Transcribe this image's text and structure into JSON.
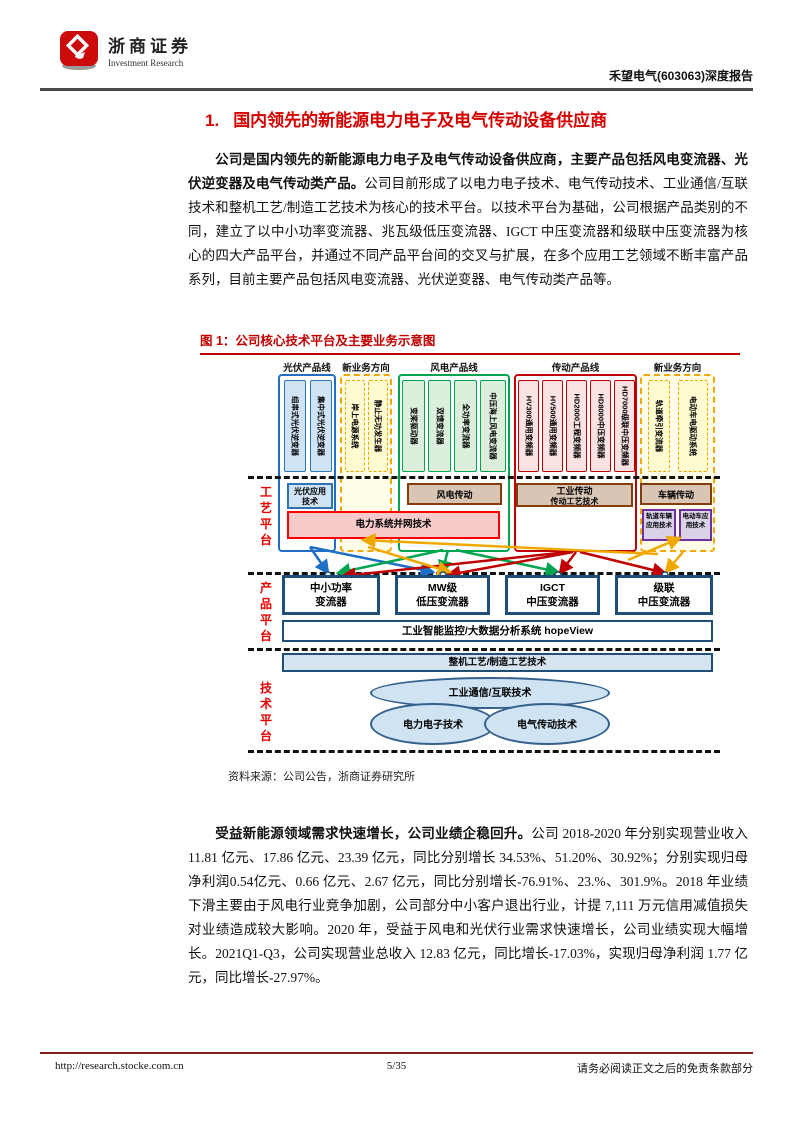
{
  "colors": {
    "accent_red": "#c00000",
    "blue": "#1f6fc5",
    "green": "#00a550",
    "red": "#c00000",
    "yellow": "#f0a800",
    "navy": "#1f4e79",
    "purple": "#7030a0",
    "brown": "#843c0c"
  },
  "header": {
    "brand_cn": "浙商证券",
    "brand_en": "Investment Research",
    "report_title": "禾望电气(603063)深度报告"
  },
  "section": {
    "number": "1.",
    "title": "国内领先的新能源电力电子及电气传动设备供应商"
  },
  "para1": {
    "bold": "公司是国内领先的新能源电力电子及电气传动设备供应商，主要产品包括风电变流器、光伏逆变器及电气传动类产品。",
    "rest": "公司目前形成了以电力电子技术、电气传动技术、工业通信/互联技术和整机工艺/制造工艺技术为核心的技术平台。以技术平台为基础，公司根据产品类别的不同，建立了以中小功率变流器、兆瓦级低压变流器、IGCT 中压变流器和级联中压变流器为核心的四大产品平台，并通过不同产品平台间的交叉与扩展，在多个应用工艺领域不断丰富产品系列，目前主要产品包括风电变流器、光伏逆变器、电气传动类产品等。"
  },
  "figure": {
    "title": "图 1：公司核心技术平台及主要业务示意图",
    "source": "资料来源：公司公告，浙商证券研究所",
    "columns": [
      {
        "header": "光伏产品线",
        "items": [
          "组串式光伏逆变器",
          "集中式光伏逆变器"
        ]
      },
      {
        "header": "新业务方向",
        "items": [
          "岸上电源系统",
          "静止无功发生器"
        ]
      },
      {
        "header": "风电产品线",
        "items": [
          "变桨驱动器",
          "双馈变流器",
          "全功率变流器",
          "中压海上风电变流器"
        ]
      },
      {
        "header": "传动产品线",
        "items": [
          "HV300通用变频器",
          "HV500通用变频器",
          "HD2000工程变频器",
          "HD8000中压变频器",
          "HD7000级联中压变频器"
        ]
      },
      {
        "header": "新业务方向",
        "items": [
          "轨道牵引变流器",
          "电动车电驱动系统"
        ]
      }
    ],
    "process_band": {
      "label": "工艺平台",
      "pv_app": [
        "光伏应用",
        "技术"
      ],
      "wind": "风电传动",
      "industrial": [
        "工业传动",
        "传动工艺技术"
      ],
      "vehicle": "车辆传动",
      "grid": "电力系统并网技术",
      "rail_app": "轨道车辆应用技术",
      "ev_app": "电动车应用技术"
    },
    "product_band": {
      "label": "产品平台",
      "boxes": [
        [
          "中小功率",
          "变流器"
        ],
        [
          "MW级",
          "低压变流器"
        ],
        [
          "IGCT",
          "中压变流器"
        ],
        [
          "级联",
          "中压变流器"
        ]
      ],
      "hopeview": "工业智能监控/大数据分析系统 hopeView"
    },
    "assembly": "整机工艺/制造工艺技术",
    "tech_band": {
      "label": "技术平台",
      "ellipses": [
        "工业通信/互联技术",
        "电力电子技术",
        "电气传动技术"
      ]
    }
  },
  "para2": {
    "bold": "受益新能源领域需求快速增长，公司业绩企稳回升。",
    "rest": "公司 2018-2020 年分别实现营业收入 11.81 亿元、17.86 亿元、23.39 亿元，同比分别增长 34.53%、51.20%、30.92%；分别实现归母净利润0.54亿元、0.66 亿元、2.67 亿元，同比分别增长-76.91%、23.%、301.9%。2018 年业绩下滑主要由于风电行业竞争加剧，公司部分中小客户退出行业，计提 7,111 万元信用减值损失对业绩造成较大影响。2020 年，受益于风电和光伏行业需求快速增长，公司业绩实现大幅增长。2021Q1-Q3，公司实现营业总收入 12.83 亿元，同比增长-17.03%，实现归母净利润 1.77 亿元，同比增长-27.97%。"
  },
  "footer": {
    "url": "http://research.stocke.com.cn",
    "page": "5/35",
    "disclaimer": "请务必阅读正文之后的免责条款部分"
  }
}
